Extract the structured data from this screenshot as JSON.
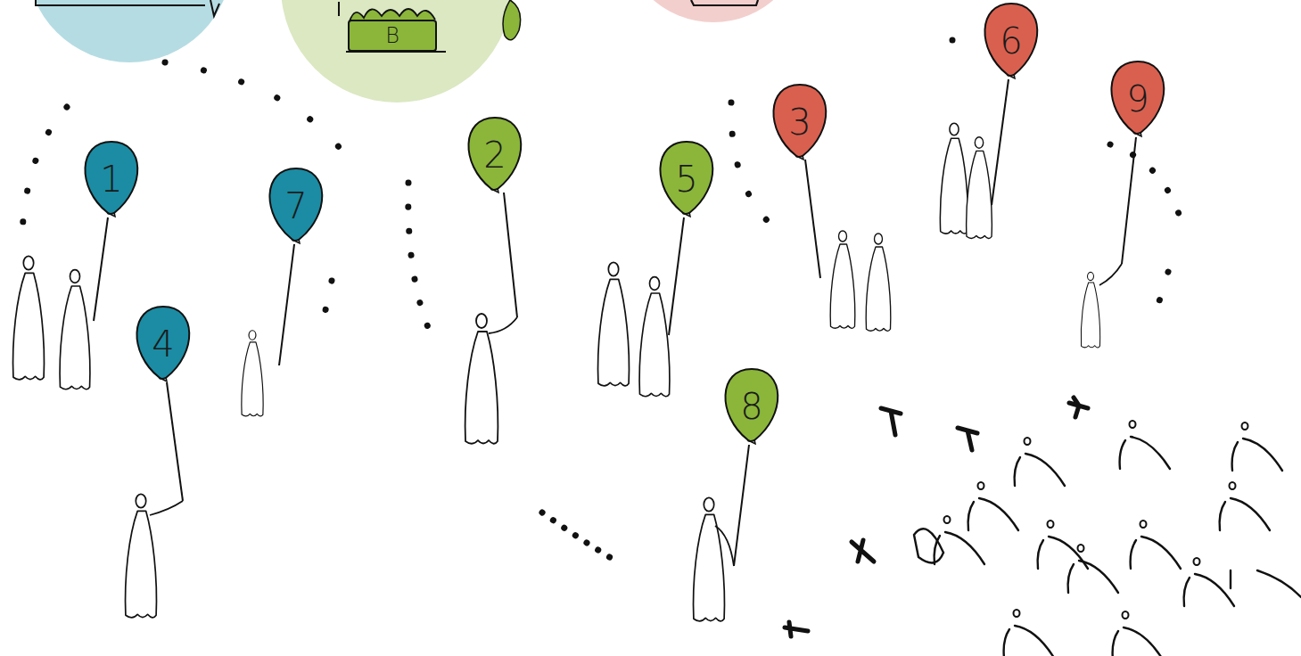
{
  "diagram": {
    "nodes": [
      {
        "text": [
          "B"
        ]
      },
      {
        "text": [
          "1"
        ]
      },
      {
        "text": [
          "2"
        ]
      },
      {
        "text": [
          "3"
        ]
      },
      {
        "text": [
          "4"
        ]
      },
      {
        "text": [
          "5"
        ]
      },
      {
        "text": [
          "6"
        ]
      },
      {
        "text": [
          "7"
        ]
      },
      {
        "text": [
          "8"
        ]
      },
      {
        "text": [
          "9"
        ]
      }
    ]
  }
}
